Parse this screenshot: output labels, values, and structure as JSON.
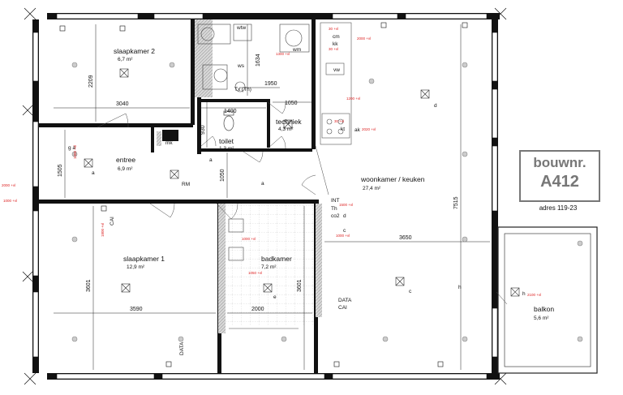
{
  "badge": {
    "line1": "bouwnr.",
    "line2": "A412",
    "address": "adres 119-23"
  },
  "rooms": {
    "slaapkamer2": {
      "name": "slaapkamer 2",
      "area": "6,7 m²"
    },
    "entree": {
      "name": "entree",
      "area": "6,9 m²"
    },
    "toilet": {
      "name": "toilet",
      "area": "1,3 m²"
    },
    "techniek": {
      "name": "techniek",
      "area": "4,3 m²"
    },
    "woonkamer": {
      "name": "woonkamer / keuken",
      "area": "27,4 m²"
    },
    "slaapkamer1": {
      "name": "slaapkamer 1",
      "area": "12,9 m²"
    },
    "badkamer": {
      "name": "badkamer",
      "area": "7,2 m²"
    },
    "balkon": {
      "name": "balkon",
      "area": "5,6 m²"
    }
  },
  "dimensions": {
    "d2209": "2209",
    "d3040": "3040",
    "d1400": "1400",
    "d930": "930",
    "d1050a": "1050",
    "d1050b": "1050",
    "d1505": "1505",
    "d1634": "1634",
    "d1950": "1950",
    "d7515": "7515",
    "d3650": "3650",
    "d3601a": "3601",
    "d3601b": "3601",
    "d3590": "3590",
    "d2000": "2000"
  },
  "labels": {
    "mk": "mk",
    "rm": "RM",
    "cai": "CAI",
    "data_cai_a": "DATA",
    "data_cai_b": "CAI",
    "data": "DATA",
    "int": "INT",
    "th": "Th",
    "co2": "co2",
    "ak": "ak",
    "kt": "kt",
    "cm": "cm",
    "kk": "kk",
    "vw": "vw",
    "wm": "wm",
    "ws": "ws",
    "wtw": "wtw",
    "tx": "Tx (Th)",
    "ga": "g a",
    "a1": "a",
    "a2": "a",
    "a3": "a",
    "e": "e",
    "d1": "d",
    "d2": "d",
    "c1": "c",
    "c2": "c",
    "h1": "h",
    "h2": "h"
  },
  "heights": {
    "r1000a": "1000 +vl",
    "r1000b": "1000 +vl",
    "r1000c": "1000 +vl",
    "r1000d": "1000 +vl",
    "r1050a": "1050 +vl",
    "r1500": "1500 +vl",
    "r1200": "1200 +vl",
    "r2000a": "2000 +vl",
    "r2000b": "2000 +vl",
    "r2020": "2020 +vl",
    "r2100": "2100 +vl",
    "r30a": "30 +vl",
    "r30b": "30 +vl",
    "r30c": "30 +vl",
    "r1300": "1300 +vl",
    "r1800": "1800 +vl"
  },
  "colors": {
    "wall": "#111111",
    "hatch": "#888888",
    "note": "#dd2222",
    "badge_border": "#777777"
  }
}
